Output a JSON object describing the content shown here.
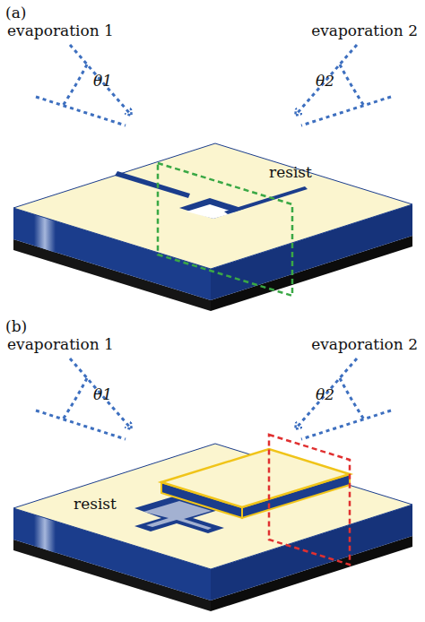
{
  "diagram": {
    "labels": [
      "(a)",
      "evaporation 1",
      "evaporation 2",
      "θ1",
      "θ2",
      "resist",
      "(b)",
      "evaporation 1",
      "evaporation 2",
      "θ1",
      "θ2",
      "resist"
    ]
  }
}
